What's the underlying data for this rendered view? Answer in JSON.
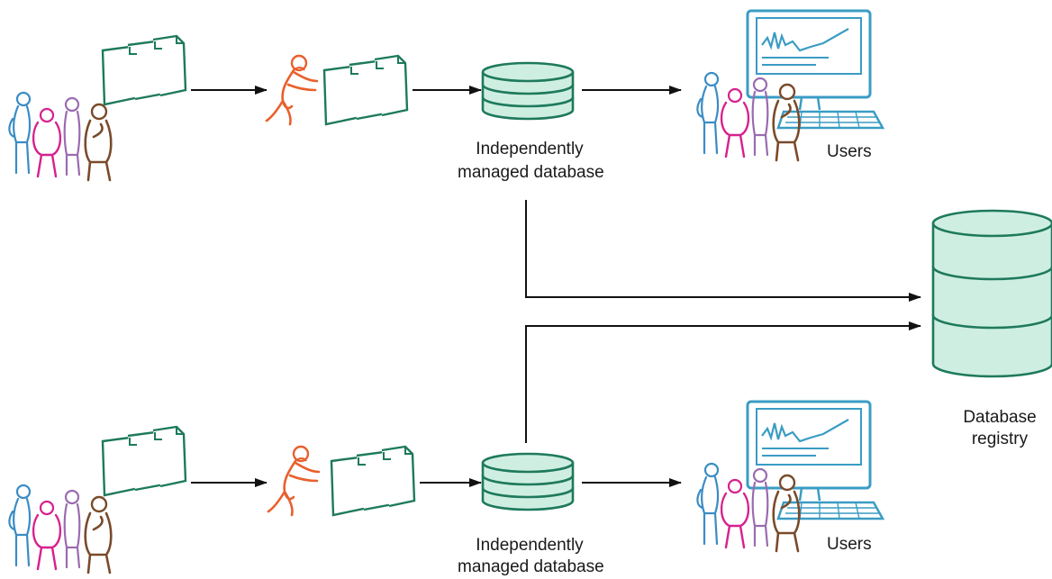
{
  "labels": {
    "db_top_line1": "Independently",
    "db_top_line2": "managed database",
    "db_bottom_line1": "Independently",
    "db_bottom_line2": "managed database",
    "users_top": "Users",
    "users_bottom": "Users",
    "registry_line1": "Database",
    "registry_line2": "registry"
  },
  "colors": {
    "doc": "#1e7a5c",
    "db_fill": "#cfeee2",
    "db_stroke": "#1e7a5c",
    "person_orange": "#e8602c",
    "person_blue": "#3a8cc4",
    "person_pink": "#d6218e",
    "person_purple": "#9a6bb0",
    "person_brown": "#7a4a2a",
    "monitor": "#3a9cc4",
    "arrow": "#111111"
  }
}
